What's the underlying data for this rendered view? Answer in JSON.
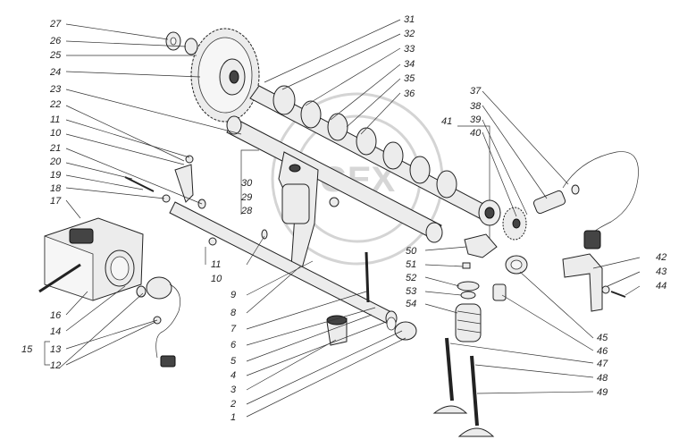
{
  "diagram": {
    "watermark": "GEX",
    "callouts": [
      {
        "id": "c1",
        "text": "1"
      },
      {
        "id": "c2",
        "text": "2"
      },
      {
        "id": "c3",
        "text": "3"
      },
      {
        "id": "c4",
        "text": "4"
      },
      {
        "id": "c5",
        "text": "5"
      },
      {
        "id": "c6",
        "text": "6"
      },
      {
        "id": "c7",
        "text": "7"
      },
      {
        "id": "c8",
        "text": "8"
      },
      {
        "id": "c9",
        "text": "9"
      },
      {
        "id": "c10a",
        "text": "10"
      },
      {
        "id": "c10b",
        "text": "10"
      },
      {
        "id": "c11a",
        "text": "11"
      },
      {
        "id": "c11b",
        "text": "11"
      },
      {
        "id": "c12",
        "text": "12"
      },
      {
        "id": "c13",
        "text": "13"
      },
      {
        "id": "c14",
        "text": "14"
      },
      {
        "id": "c15",
        "text": "15"
      },
      {
        "id": "c16",
        "text": "16"
      },
      {
        "id": "c17",
        "text": "17"
      },
      {
        "id": "c18",
        "text": "18"
      },
      {
        "id": "c19",
        "text": "19"
      },
      {
        "id": "c20",
        "text": "20"
      },
      {
        "id": "c21",
        "text": "21"
      },
      {
        "id": "c22",
        "text": "22"
      },
      {
        "id": "c23",
        "text": "23"
      },
      {
        "id": "c24",
        "text": "24"
      },
      {
        "id": "c25",
        "text": "25"
      },
      {
        "id": "c26",
        "text": "26"
      },
      {
        "id": "c27",
        "text": "27"
      },
      {
        "id": "c28",
        "text": "28"
      },
      {
        "id": "c29",
        "text": "29"
      },
      {
        "id": "c30",
        "text": "30"
      },
      {
        "id": "c31",
        "text": "31"
      },
      {
        "id": "c32",
        "text": "32"
      },
      {
        "id": "c33",
        "text": "33"
      },
      {
        "id": "c34",
        "text": "34"
      },
      {
        "id": "c35",
        "text": "35"
      },
      {
        "id": "c36",
        "text": "36"
      },
      {
        "id": "c37",
        "text": "37"
      },
      {
        "id": "c38",
        "text": "38"
      },
      {
        "id": "c39",
        "text": "39"
      },
      {
        "id": "c40",
        "text": "40"
      },
      {
        "id": "c41",
        "text": "41"
      },
      {
        "id": "c42",
        "text": "42"
      },
      {
        "id": "c43",
        "text": "43"
      },
      {
        "id": "c44",
        "text": "44"
      },
      {
        "id": "c45",
        "text": "45"
      },
      {
        "id": "c46",
        "text": "46"
      },
      {
        "id": "c47",
        "text": "47"
      },
      {
        "id": "c48",
        "text": "48"
      },
      {
        "id": "c49",
        "text": "49"
      },
      {
        "id": "c50",
        "text": "50"
      },
      {
        "id": "c51",
        "text": "51"
      },
      {
        "id": "c52",
        "text": "52"
      },
      {
        "id": "c53",
        "text": "53"
      },
      {
        "id": "c54",
        "text": "54"
      }
    ]
  }
}
